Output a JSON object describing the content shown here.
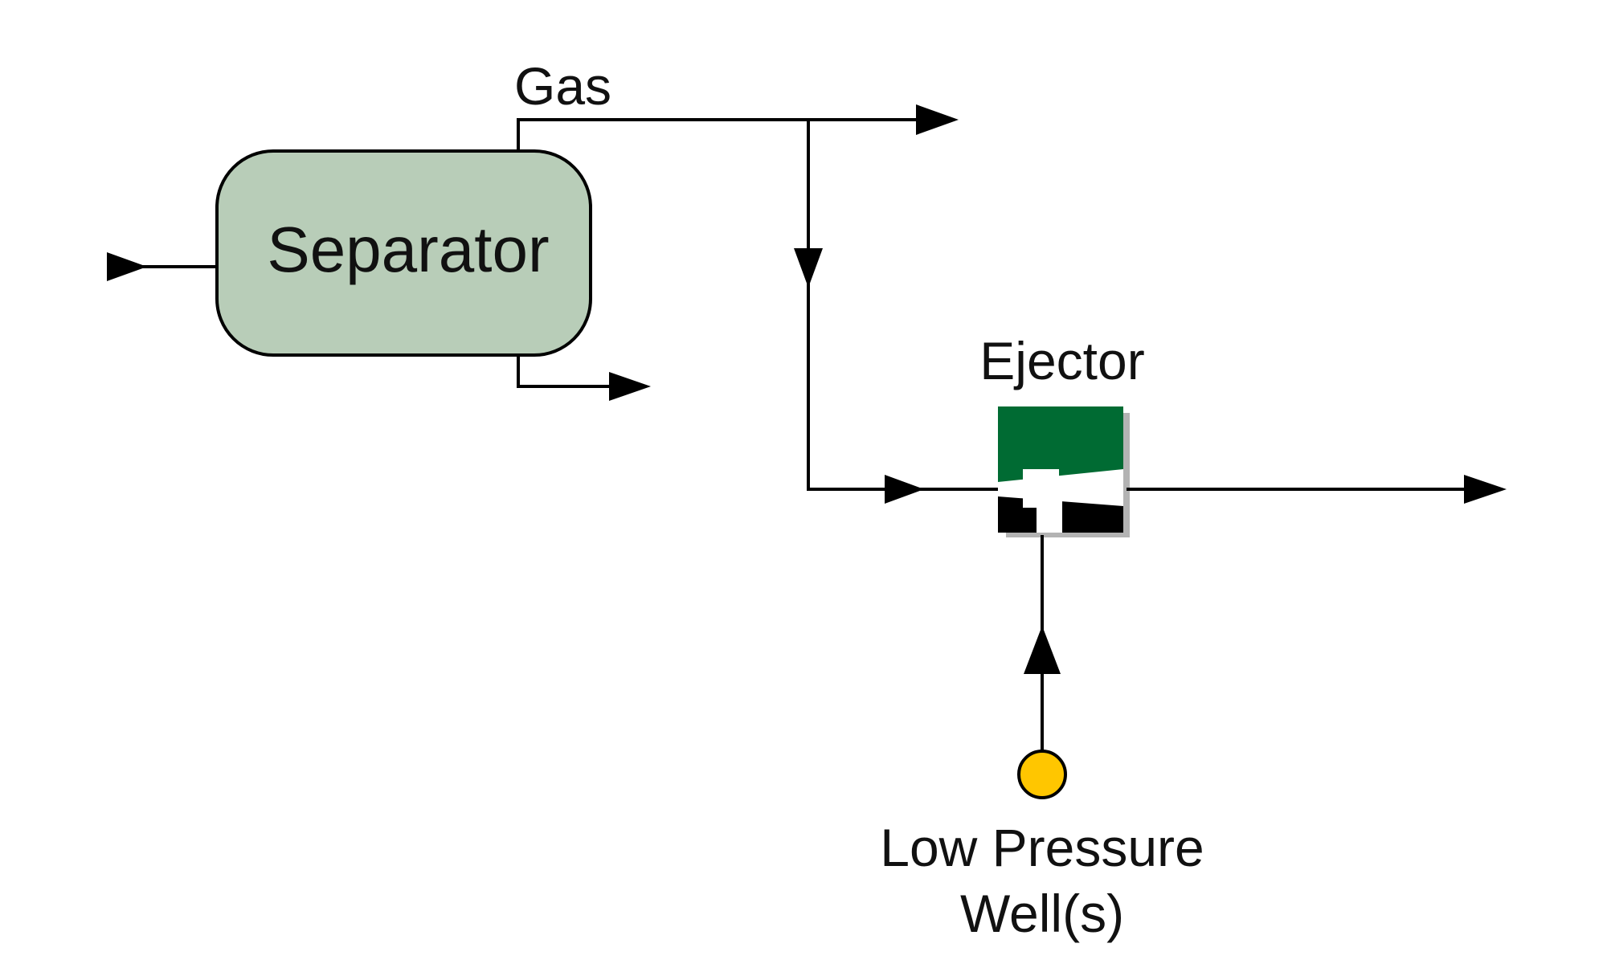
{
  "labels": {
    "separator": "Separator",
    "gas": "Gas",
    "ejector": "Ejector",
    "well_line1": "Low Pressure",
    "well_line2": "Well(s)"
  },
  "colors": {
    "separator_fill": "#b8cdb8",
    "ejector_green": "#006b33",
    "ejector_black": "#000000",
    "ejector_shadow": "#b3b3b3",
    "well_fill": "#ffc600",
    "line": "#000000"
  }
}
